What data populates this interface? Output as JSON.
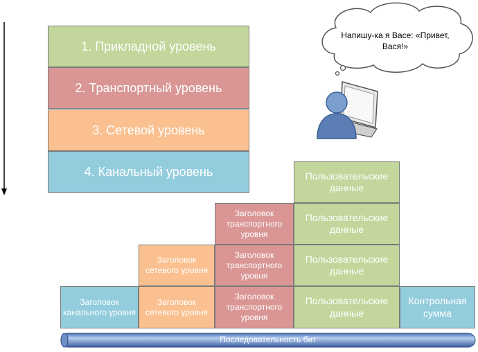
{
  "layers": [
    "1. Прикладной уровень",
    "2. Транспортный уровень",
    "3. Сетевой уровень",
    "4. Канальный уровень"
  ],
  "speech_bubble": "Напишу-ка я Васе: «Привет, Вася!»",
  "packet": {
    "user_data": "Пользовательские данные",
    "transport_header": "Заголовок транспортного уровня",
    "network_header": "Заголовок сетевого уровня",
    "link_header": "Заголовок канального уровня",
    "checksum": "Контрольная сумма"
  },
  "bitstream": "Последовательность бит",
  "colors": {
    "application": "#c3d69b",
    "transport": "#d99694",
    "network": "#fac090",
    "link": "#93cddd"
  },
  "icons": [
    "down-arrow-icon",
    "user-at-laptop-icon",
    "thought-cloud-icon"
  ]
}
